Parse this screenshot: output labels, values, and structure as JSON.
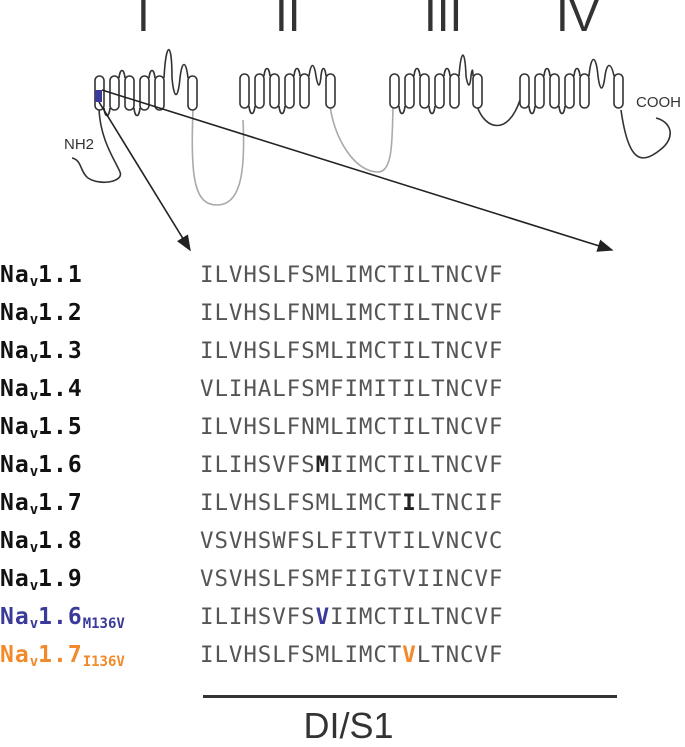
{
  "domains": [
    "I",
    "II",
    "III",
    "IV"
  ],
  "nterm_label": "NH2",
  "cterm_label": "COOH",
  "colors": {
    "text": "#111111",
    "sequence": "#555555",
    "blue_variant": "#3a3a9a",
    "orange_variant": "#f08a2a",
    "loop_gray": "#aaaaaa",
    "marker": "#3a3a9a"
  },
  "alignment": [
    {
      "name_main": "Na",
      "name_sub": "v",
      "name_tail": "1.1",
      "variant": "",
      "sequence": "ILVHSLFSMLIMCTILTNCVF"
    },
    {
      "name_main": "Na",
      "name_sub": "v",
      "name_tail": "1.2",
      "variant": "",
      "sequence": "ILVHSLFNMLIMCTILTNCVF"
    },
    {
      "name_main": "Na",
      "name_sub": "v",
      "name_tail": "1.3",
      "variant": "",
      "sequence": "ILVHSLFSMLIMCTILTNCVF"
    },
    {
      "name_main": "Na",
      "name_sub": "v",
      "name_tail": "1.4",
      "variant": "",
      "sequence": "VLIHALFSMFIMITILTNCVF"
    },
    {
      "name_main": "Na",
      "name_sub": "v",
      "name_tail": "1.5",
      "variant": "",
      "sequence": "ILVHSLFNMLIMCTILTNCVF"
    },
    {
      "name_main": "Na",
      "name_sub": "v",
      "name_tail": "1.6",
      "variant": "",
      "seq_pre": "ILIHSVFS",
      "seq_hl": "M",
      "seq_post": "IIMCTILTNCVF"
    },
    {
      "name_main": "Na",
      "name_sub": "v",
      "name_tail": "1.7",
      "variant": "",
      "seq_pre": "ILVHSLFSMLIMCT",
      "seq_hl": "I",
      "seq_post": "LTNCIF"
    },
    {
      "name_main": "Na",
      "name_sub": "v",
      "name_tail": "1.8",
      "variant": "",
      "sequence": "VSVHSWFSLFITVTILVNCVC"
    },
    {
      "name_main": "Na",
      "name_sub": "v",
      "name_tail": "1.9",
      "variant": "",
      "sequence": "VSVHSLFSMFIIGTVIINCVF"
    },
    {
      "name_main": "Na",
      "name_sub": "v",
      "name_tail": "1.6",
      "variant": "M136V",
      "seq_pre": "ILIHSVFS",
      "seq_hl": "V",
      "seq_post": "IIMCTILTNCVF"
    },
    {
      "name_main": "Na",
      "name_sub": "v",
      "name_tail": "1.7",
      "variant": "I136V",
      "seq_pre": "ILVHSLFSMLIMCT",
      "seq_hl": "V",
      "seq_post": "LTNCVF"
    }
  ],
  "segment_label": "DI/S1"
}
